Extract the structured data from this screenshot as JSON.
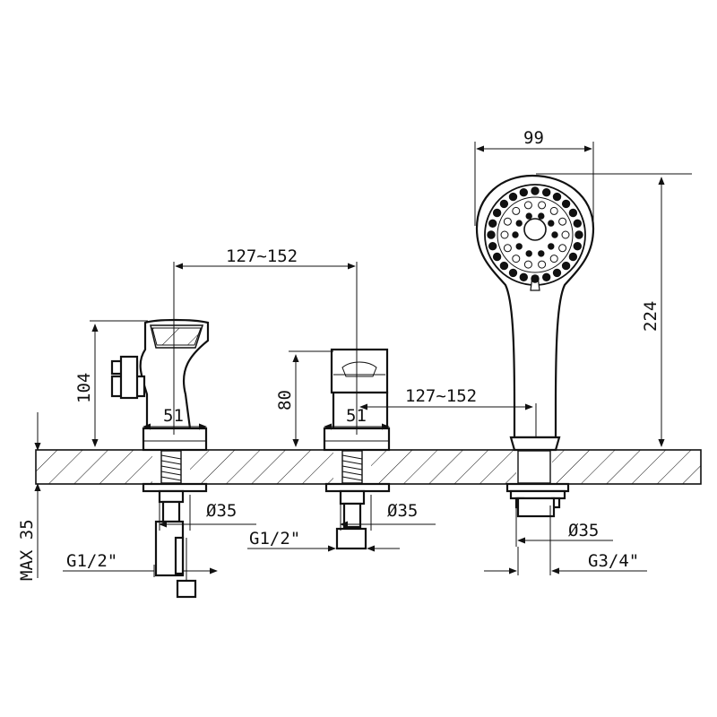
{
  "dimensions": {
    "spacing_left": "127~152",
    "spacing_right": "127~152",
    "shower_head_width": "99",
    "shower_height": "224",
    "spout_height": "104",
    "valve_height": "80",
    "spout_base_width": "51",
    "valve_base_width": "51",
    "hole_dia_1": "Ø35",
    "hole_dia_2": "Ø35",
    "hole_dia_3": "Ø35",
    "thread_1": "G1/2\"",
    "thread_2": "G1/2\"",
    "thread_3": "G3/4\"",
    "deck_max": "MAX 35"
  }
}
